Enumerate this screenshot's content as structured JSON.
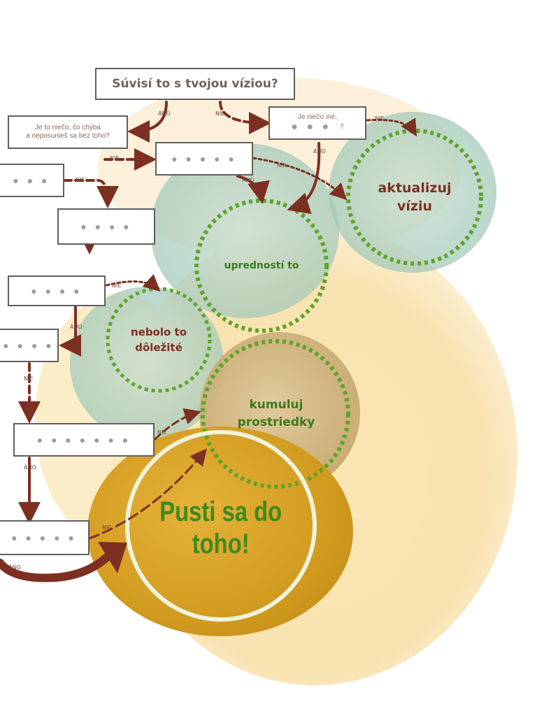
{
  "colors": {
    "arrow": "#7d2f22",
    "green_dotted": "#5ea42e",
    "gold": "#d8a526",
    "mint": "#a9cfc1",
    "box_border": "#5f5f5f"
  },
  "question_top": "Súvisí to s tvojou víziou?",
  "question_missing": "Je to niečo, čo chýba\na neposunieš sa bez toho?",
  "question_other": "Je niečo iné,",
  "question_other_mark": "?",
  "placeholder_dots": {
    "three": "● ● ●",
    "four": "● ● ● ●",
    "five": "● ● ● ● ●",
    "many": "● ● ● ● ● ● ●"
  },
  "labels": {
    "ano": "ÁNO",
    "nie": "NIE"
  },
  "outcomes": {
    "update_vision": "aktualizuj\nvíziu",
    "prioritize": "upredností to",
    "not_important": "nebolo to\ndôležité",
    "accumulate": "kumuluj\nprostriedky",
    "go_for_it": "Pusti sa do\ntoho!"
  }
}
